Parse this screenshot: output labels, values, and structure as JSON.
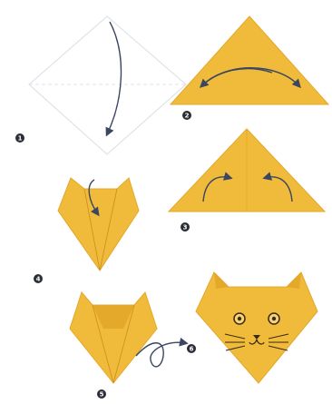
{
  "colors": {
    "paper_fill": "#F0BA3A",
    "paper_fill_dark": "#E4A82A",
    "paper_outline_unfolded": "#dfe3ea",
    "fold_line": "#c98f20",
    "arrow": "#3b4660",
    "badge": "#2a2e36",
    "eye_ring": "#3b2a12",
    "face_lines": "#3b2a12"
  },
  "steps": [
    {
      "number": "1",
      "description_icon": "fold-diagonal-arrow-icon"
    },
    {
      "number": "2",
      "description_icon": "fold-corners-double-arrow-icon"
    },
    {
      "number": "3",
      "description_icon": "fold-corners-up-arrows-icon"
    },
    {
      "number": "4",
      "description_icon": "fold-flap-down-arrow-icon"
    },
    {
      "number": "5",
      "description_icon": "turn-over-arrow-icon"
    },
    {
      "number": "6",
      "description_icon": "cat-face-icon"
    }
  ]
}
